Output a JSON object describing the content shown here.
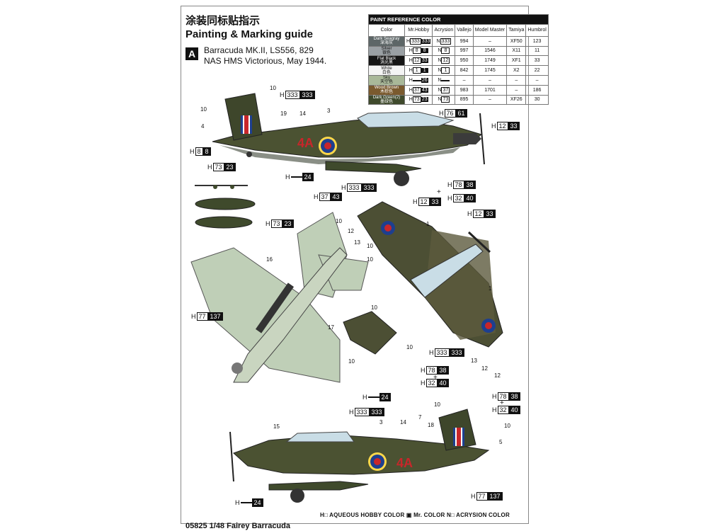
{
  "header": {
    "title_cn": "涂装同标贴指示",
    "title_en": "Painting & Marking guide",
    "badge": "A",
    "line1": "Barracuda MK.II, LS556, 829",
    "line2": "NAS HMS Victorious, May 1944."
  },
  "table": {
    "title": "PAINT  REFERENCE COLOR",
    "headers": [
      "Color",
      "Mr.Hobby",
      "Acrysion",
      "Vallejo",
      "Model Master",
      "Tamiya",
      "Humbrol"
    ],
    "rows": [
      {
        "name": "Dark Seagray",
        "cn": "深海灰",
        "bg": "#5d6667",
        "h1": "333",
        "h2": "333",
        "n": "333",
        "vallejo": "994",
        "mm": "–",
        "tamiya": "XF50",
        "humbrol": "123"
      },
      {
        "name": "Silver",
        "cn": "银色",
        "bg": "#9aa0a4",
        "h1": "8",
        "h2": "8",
        "n": "8",
        "vallejo": "997",
        "mm": "1546",
        "tamiya": "X11",
        "humbrol": "11"
      },
      {
        "name": "Flat Black",
        "cn": "消光黑",
        "bg": "#151515",
        "h1": "12",
        "h2": "33",
        "n": "12",
        "vallejo": "950",
        "mm": "1749",
        "tamiya": "XF1",
        "humbrol": "33"
      },
      {
        "name": "White",
        "cn": "白色",
        "bg": "#f4f4f4",
        "h1": "1",
        "h2": "1",
        "n": "1",
        "vallejo": "842",
        "mm": "1745",
        "tamiya": "X2",
        "humbrol": "22"
      },
      {
        "name": "Sky",
        "cn": "天空色",
        "bg": "#a9b899",
        "h1": "",
        "h2": "26",
        "n": "",
        "vallejo": "–",
        "mm": "–",
        "tamiya": "–",
        "humbrol": "–"
      },
      {
        "name": "Wood Brown",
        "cn": "木棕色",
        "bg": "#7a5a2e",
        "h1": "37",
        "h2": "43",
        "n": "37",
        "vallejo": "983",
        "mm": "1701",
        "tamiya": "–",
        "humbrol": "186"
      },
      {
        "name": "Dark Green(2)",
        "cn": "墨绿色",
        "bg": "#3f4a2c",
        "h1": "73",
        "h2": "23",
        "n": "73",
        "vallejo": "895",
        "mm": "–",
        "tamiya": "XF26",
        "humbrol": "30"
      }
    ]
  },
  "callouts": [
    {
      "id": "c1",
      "k1": "333",
      "k2": "333"
    },
    {
      "id": "c2",
      "k1": "76",
      "k2": "61"
    },
    {
      "id": "c3",
      "k1": "12",
      "k2": "33"
    },
    {
      "id": "c4",
      "k1": "8",
      "k2": "8"
    },
    {
      "id": "c5",
      "k1": "73",
      "k2": "23"
    },
    {
      "id": "c6",
      "k1": "",
      "k2": "24"
    },
    {
      "id": "c7",
      "k1": "333",
      "k2": "333"
    },
    {
      "id": "c8",
      "k1": "37",
      "k2": "43"
    },
    {
      "id": "c9",
      "k1": "12",
      "k2": "33"
    },
    {
      "id": "c10",
      "k1": "78",
      "k2": "38"
    },
    {
      "id": "c11",
      "k1": "32",
      "k2": "40"
    },
    {
      "id": "c12",
      "k1": "73",
      "k2": "23"
    },
    {
      "id": "c13",
      "k1": "12",
      "k2": "33"
    },
    {
      "id": "c14",
      "k1": "77",
      "k2": "137"
    },
    {
      "id": "c15",
      "k1": "333",
      "k2": "333"
    },
    {
      "id": "c16",
      "k1": "78",
      "k2": "38"
    },
    {
      "id": "c17",
      "k1": "32",
      "k2": "40"
    },
    {
      "id": "c18",
      "k1": "",
      "k2": "24"
    },
    {
      "id": "c19",
      "k1": "78",
      "k2": "38"
    },
    {
      "id": "c20",
      "k1": "32",
      "k2": "40"
    },
    {
      "id": "c21",
      "k1": "333",
      "k2": "333"
    },
    {
      "id": "c22",
      "k1": "77",
      "k2": "137"
    },
    {
      "id": "c23",
      "k1": "",
      "k2": "24"
    }
  ],
  "numbers": [
    "10",
    "10",
    "4",
    "19",
    "14",
    "3",
    "12",
    "1",
    "13",
    "1",
    "10",
    "10",
    "10",
    "16",
    "17",
    "10",
    "10",
    "10",
    "13",
    "12",
    "12",
    "15",
    "3",
    "14",
    "7",
    "18",
    "10",
    "10",
    "5"
  ],
  "fuselage_code": "4A",
  "legend": "H□ AQUEOUS HOBBY COLOR   ▣ Mr. COLOR   N□ ACRYSION COLOR",
  "footer": "05825 1/48  Fairey Barracuda",
  "plus": "+"
}
